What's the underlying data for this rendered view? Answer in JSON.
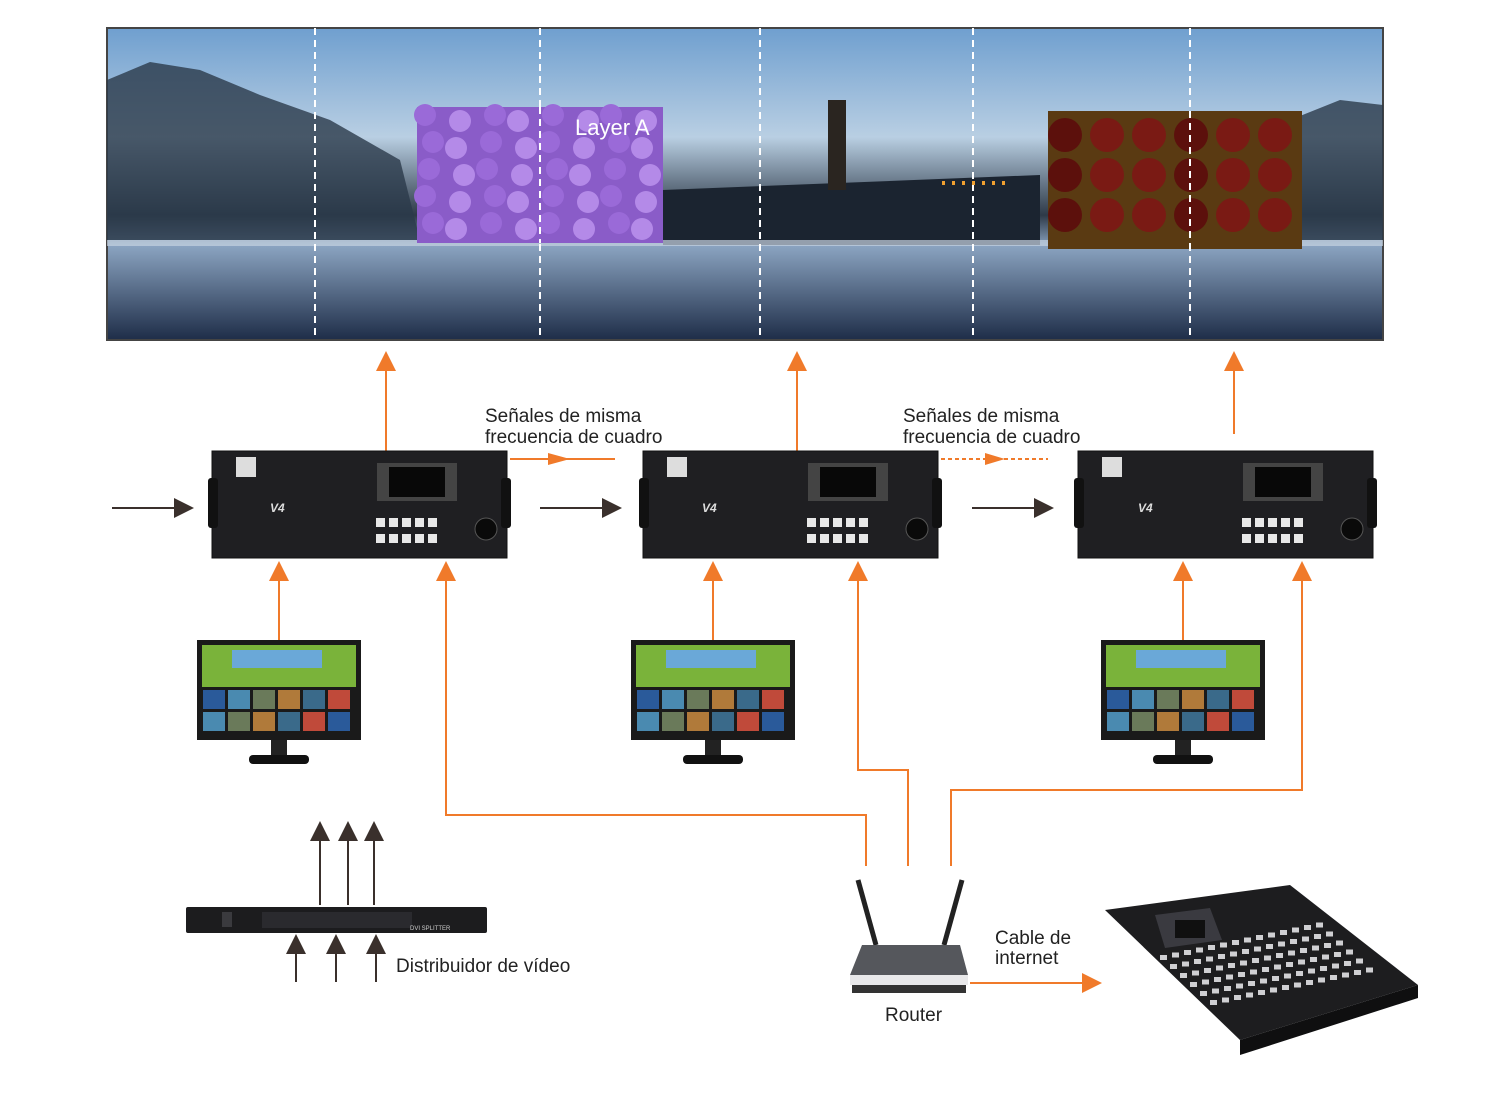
{
  "screen": {
    "layer_label": "Layer A"
  },
  "processors": [
    {
      "model": "V4"
    },
    {
      "model": "V4"
    },
    {
      "model": "V4"
    }
  ],
  "labels": {
    "sync_1_line1": "Señales de misma",
    "sync_1_line2": "frecuencia de cuadro",
    "sync_2_line1": "Señales de misma",
    "sync_2_line2": "frecuencia de cuadro",
    "splitter": "Distribuidor de vídeo",
    "splitter_device": "DVI SPLITTER",
    "router": "Router",
    "cable_line1": "Cable de",
    "cable_line2": "internet"
  },
  "colors": {
    "accent": "#f07a2a",
    "signal": "#3a302c"
  }
}
